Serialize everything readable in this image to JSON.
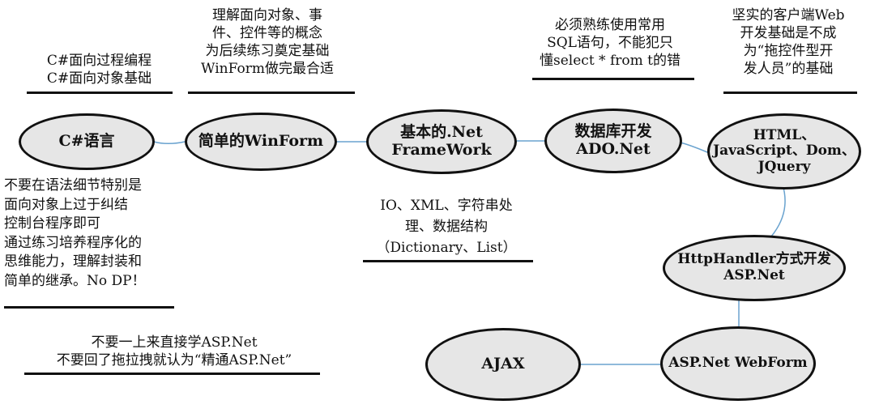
{
  "nodes": {
    "csharp": {
      "lines": [
        "C#语言"
      ]
    },
    "winform": {
      "lines": [
        "简单的WinForm"
      ]
    },
    "framework": {
      "lines": [
        "基本的.Net",
        "FrameWork"
      ]
    },
    "ado": {
      "lines": [
        "数据库开发",
        "ADO.Net"
      ]
    },
    "html": {
      "lines": [
        "HTML、",
        "JavaScript、Dom、",
        "JQuery"
      ]
    },
    "httphandler": {
      "lines": [
        "HttpHandler方式开发",
        "ASP.Net"
      ]
    },
    "webform": {
      "lines": [
        "ASP.Net WebForm"
      ]
    },
    "ajax": {
      "lines": [
        "AJAX"
      ]
    }
  },
  "notes": {
    "csharp_top": [
      "C#面向过程编程",
      "C#面向对象基础"
    ],
    "winform_top": [
      "理解面向对象、事",
      "件、控件等的概念",
      "为后续练习奠定基础",
      "WinForm做完最合适"
    ],
    "sql_top": [
      "必须熟练使用常用",
      "SQL语句，不能犯只",
      "懂select * from t的错"
    ],
    "web_top": [
      "坚实的客户端Web",
      "开发基础是不成",
      "为“拖控件型开",
      "发人员”的基础"
    ],
    "csharp_bottom": [
      "不要在语法细节特别是",
      "面向对象上过于纠结",
      "控制台程序即可",
      "通过练习培养程序化的",
      "思维能力，理解封装和",
      "简单的继承。No DP！"
    ],
    "framework_bottom": [
      "IO、XML、字符串处",
      "理、数据结构",
      "（Dictionary、List）"
    ],
    "aspnet_bottom": [
      "不要一上来直接学ASP.Net",
      "不要回了拖拉拽就认为“精通ASP.Net”"
    ]
  },
  "colors": {
    "connector": "#6aa3cf",
    "node_fill": "#e6e6e6",
    "node_border": "#111111"
  }
}
